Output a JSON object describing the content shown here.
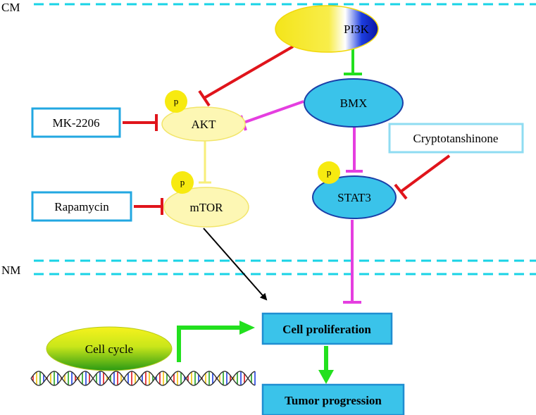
{
  "membrane_labels": {
    "cell_membrane": "CM",
    "nuclear_membrane": "NM"
  },
  "nodes": {
    "pi3k": "PI3K",
    "bmx": "BMX",
    "akt": "AKT",
    "mtor": "mTOR",
    "stat3": "STAT3",
    "cell_proliferation": "Cell proliferation",
    "tumor_progression": "Tumor progression",
    "cell_cycle": "Cell cycle"
  },
  "inhibitors": {
    "mk2206": "MK-2206",
    "rapamycin": "Rapamycin",
    "cryptotanshinone": "Cryptotanshinone"
  },
  "phospho_label": "p",
  "colors": {
    "membrane": "#19d3e6",
    "inhibition_red": "#e0141b",
    "magenta": "#e53ee0",
    "green": "#22e01e",
    "akt_yellow_line": "#f7ee7a",
    "node_blue": "#3ac3ea",
    "node_yellow": "#fdf7b4",
    "box_border": "#22a7e1"
  }
}
